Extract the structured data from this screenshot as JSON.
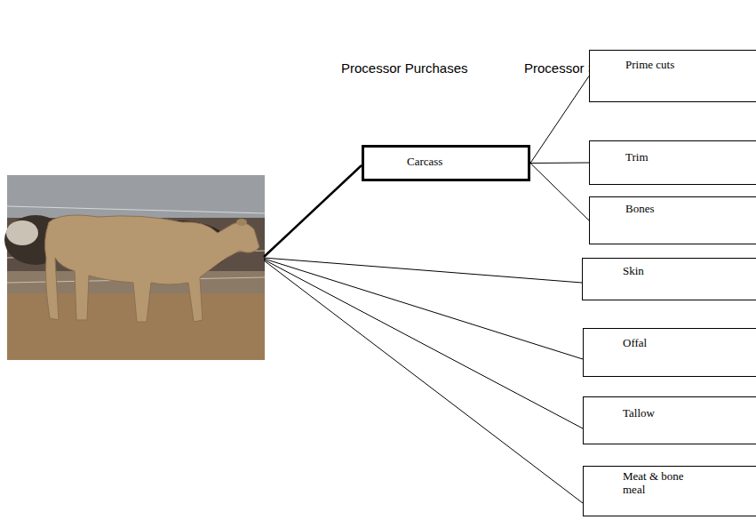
{
  "diagram": {
    "nodes": [
      {
        "text": [
          "Carcass"
        ]
      },
      {
        "text": [
          "Prime cuts"
        ]
      },
      {
        "text": [
          "Trim"
        ]
      },
      {
        "text": [
          "Bones"
        ]
      },
      {
        "text": [
          "Skin"
        ]
      },
      {
        "text": [
          "Offal"
        ]
      },
      {
        "text": [
          "Tallow"
        ]
      },
      {
        "text": [
          "Meat & bone meal"
        ]
      }
    ],
    "edges": [
      {
        "from": 0,
        "to": 1,
        "arrow": "none"
      },
      {
        "from": 0,
        "to": 2,
        "arrow": "none"
      },
      {
        "from": 0,
        "to": 3,
        "arrow": "none"
      }
    ],
    "labels": [
      "Processor Purchases",
      "Processor Sells"
    ]
  }
}
